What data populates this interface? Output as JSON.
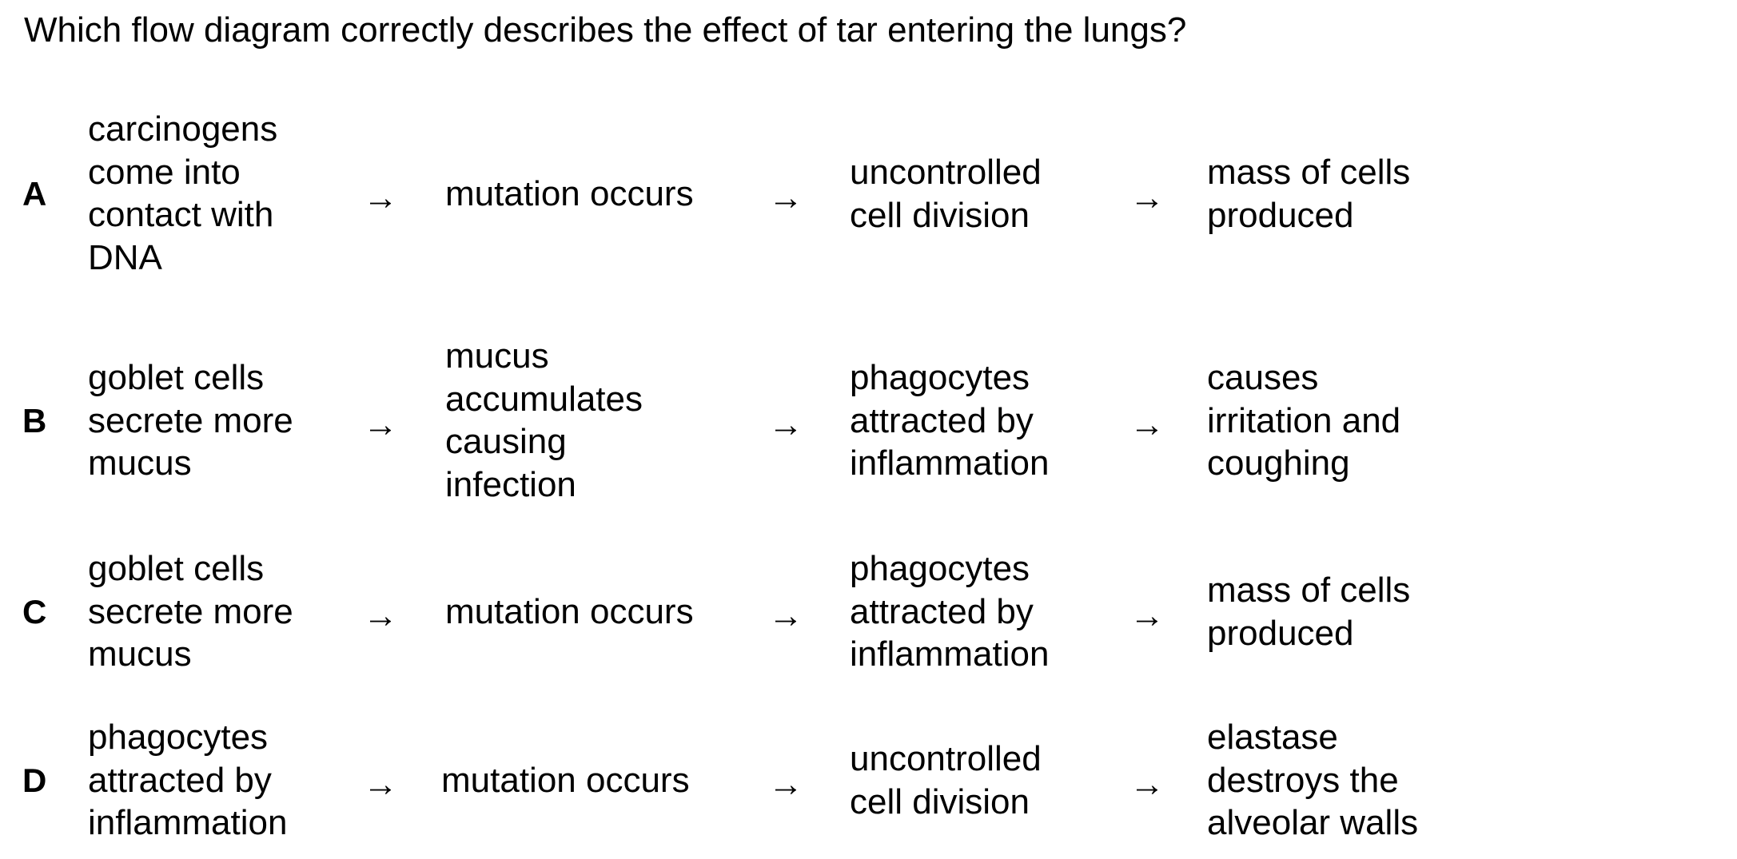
{
  "question": "Which flow diagram correctly describes the effect of tar entering the lungs?",
  "arrow_symbol": "→",
  "options": [
    {
      "label": "A",
      "steps": [
        "carcinogens\ncome into\ncontact with\nDNA",
        "mutation occurs",
        "uncontrolled\ncell division",
        "mass of cells\nproduced"
      ]
    },
    {
      "label": "B",
      "steps": [
        "goblet cells\nsecrete more\nmucus",
        "mucus\naccumulates\ncausing\ninfection",
        "phagocytes\nattracted by\ninflammation",
        "causes\nirritation and\ncoughing"
      ]
    },
    {
      "label": "C",
      "steps": [
        "goblet cells\nsecrete more\nmucus",
        "mutation occurs",
        "phagocytes\nattracted by\ninflammation",
        "mass of cells\nproduced"
      ]
    },
    {
      "label": "D",
      "steps": [
        "phagocytes\nattracted by\ninflammation",
        "mutation occurs",
        "uncontrolled\ncell division",
        "elastase\ndestroys the\nalveolar walls"
      ]
    }
  ]
}
